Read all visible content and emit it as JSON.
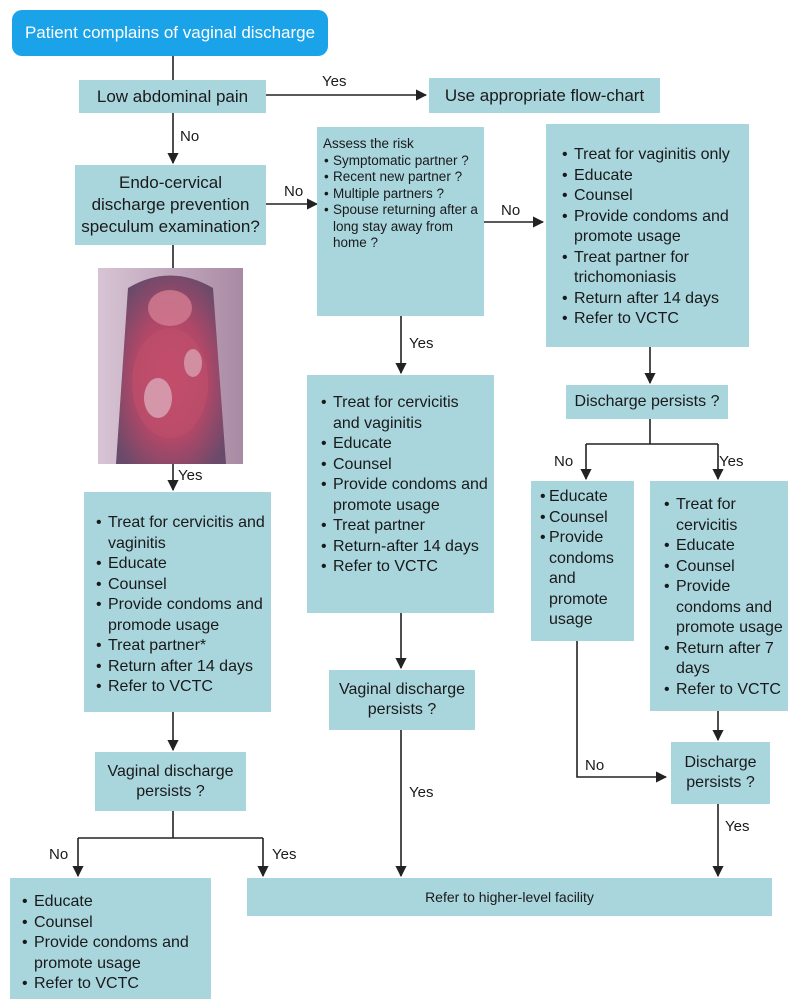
{
  "start": "Patient complains of vaginal discharge",
  "pain_box": "Low abdominal pain",
  "flowchart_box": "Use appropriate flow-chart",
  "endo_box": [
    "Endo-cervical",
    "discharge prevention",
    "speculum examination?"
  ],
  "assess": {
    "title": "Assess the risk",
    "items": [
      "Symptomatic partner ?",
      "Recent new partner ?",
      "Multiple partners ?",
      "Spouse returning after a long stay away from home ?"
    ]
  },
  "vaginitis_box": [
    "Treat for vaginitis only",
    "Educate",
    "Counsel",
    "Provide condoms and promote usage",
    "Treat partner for trichomoniasis",
    "Return after 14 days",
    "Refer to VCTC"
  ],
  "left_treat": [
    "Treat for cervicitis and vaginitis",
    "Educate",
    "Counsel",
    "Provide condoms and promode usage",
    "Treat partner*",
    "Return after 14 days",
    "Refer to VCTC"
  ],
  "mid_treat": [
    "Treat for cervicitis and vaginitis",
    "Educate",
    "Counsel",
    "Provide condoms and promote usage",
    "Treat partner",
    "Return-after 14 days",
    "Refer to VCTC"
  ],
  "right_no_box": [
    "Educate",
    "Counsel",
    "Provide condoms and promote usage"
  ],
  "right_yes_box": [
    "Treat for cervicitis",
    "Educate",
    "Counsel",
    "Provide condoms and promote usage",
    "Return after 7 days",
    "Refer to VCTC"
  ],
  "left_persists": [
    "Vaginal discharge",
    "persists ?"
  ],
  "mid_persists": [
    "Vaginal discharge",
    "persists ?"
  ],
  "right_persists_top": "Discharge persists ?",
  "right_persists_bottom": [
    "Discharge",
    "persists ?"
  ],
  "bottom_left": [
    "Educate",
    "Counsel",
    "Provide condoms and promote usage",
    "Refer to VCTC"
  ],
  "referral": "Refer to higher-level facility",
  "labels": {
    "yes": "Yes",
    "no": "No"
  },
  "colors": {
    "box": "#a9d5dd",
    "start_box": "#1aa3e8",
    "line": "#222222"
  }
}
